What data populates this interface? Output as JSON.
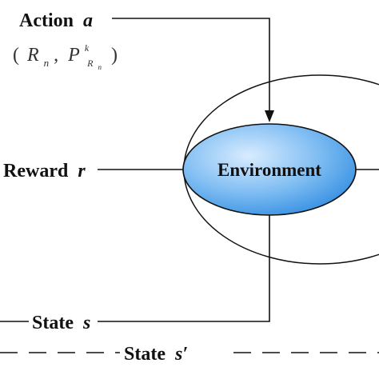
{
  "diagram": {
    "action_label": "Action",
    "action_var": "a",
    "params": {
      "open_paren": "(",
      "r_symbol": "R",
      "r_sub": "n",
      "comma": ",",
      "p_symbol": "P",
      "p_sup": "k",
      "p_sub_symbol": "R",
      "p_sub_sub": "n",
      "close_paren": ")"
    },
    "reward_label": "Reward",
    "reward_var": "r",
    "environment_label": "Environment",
    "state_label": "State",
    "state_var": "s",
    "next_state_label": "State",
    "next_state_var": "s′"
  },
  "colors": {
    "ellipse_fill_light": "#cfe6ff",
    "ellipse_fill_dark": "#2f8be0",
    "line": "#111111"
  }
}
